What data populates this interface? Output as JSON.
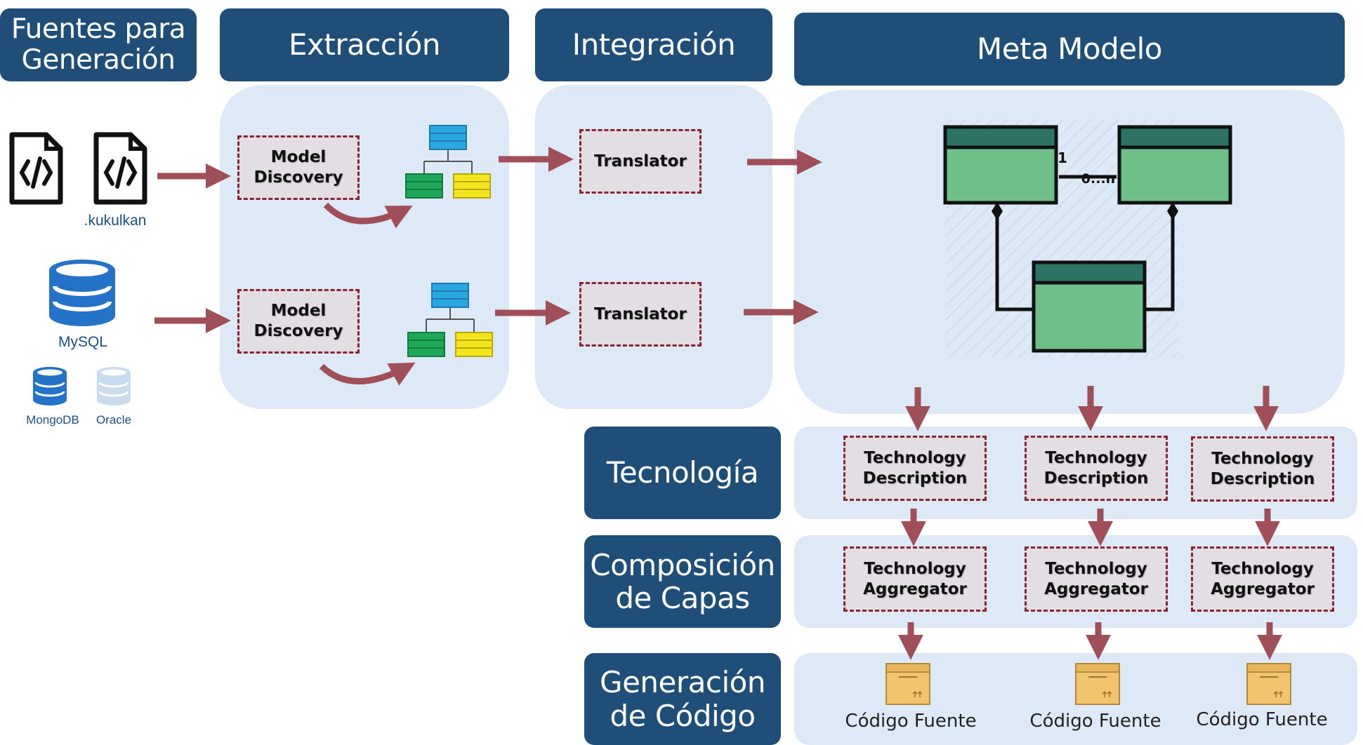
{
  "headers": {
    "fuentes": "Fuentes para\nGeneración",
    "extraccion": "Extracción",
    "integracion": "Integración",
    "meta_modelo": "Meta Modelo",
    "tecnologia": "Tecnología",
    "composicion": "Composición\nde Capas",
    "generacion": "Generación\nde Código"
  },
  "sources": {
    "file_label": ".kukulkan",
    "db_main_label": "MySQL",
    "db_small_1_label": "MongoDB",
    "db_small_2_label": "Oracle"
  },
  "extraction": {
    "box_1": "Model\nDiscovery",
    "box_2": "Model\nDiscovery"
  },
  "integration": {
    "box_1": "Translator",
    "box_2": "Translator"
  },
  "meta_model": {
    "multiplicity_one": "1",
    "multiplicity_many": "0...n"
  },
  "technology": {
    "items": [
      "Technology\nDescription",
      "Technology\nDescription",
      "Technology\nDescription"
    ]
  },
  "aggregators": {
    "items": [
      "Technology\nAggregator",
      "Technology\nAggregator",
      "Technology\nAggregator"
    ]
  },
  "output": {
    "items": [
      "Código Fuente",
      "Código Fuente",
      "Código Fuente"
    ]
  },
  "colors": {
    "header_bg": "#1f4e79",
    "panel_bg": "#dde9f7",
    "box_bg": "#e3dde4",
    "box_border": "#8a2231",
    "arrow": "#a04e58",
    "uml_header": "#2e7466",
    "uml_body": "#6fbf8b",
    "db_blue": "#2573c9"
  },
  "icons": [
    "code-file-icon",
    "database-icon",
    "tree-structure-icon",
    "uml-class-icon",
    "package-box-icon"
  ]
}
